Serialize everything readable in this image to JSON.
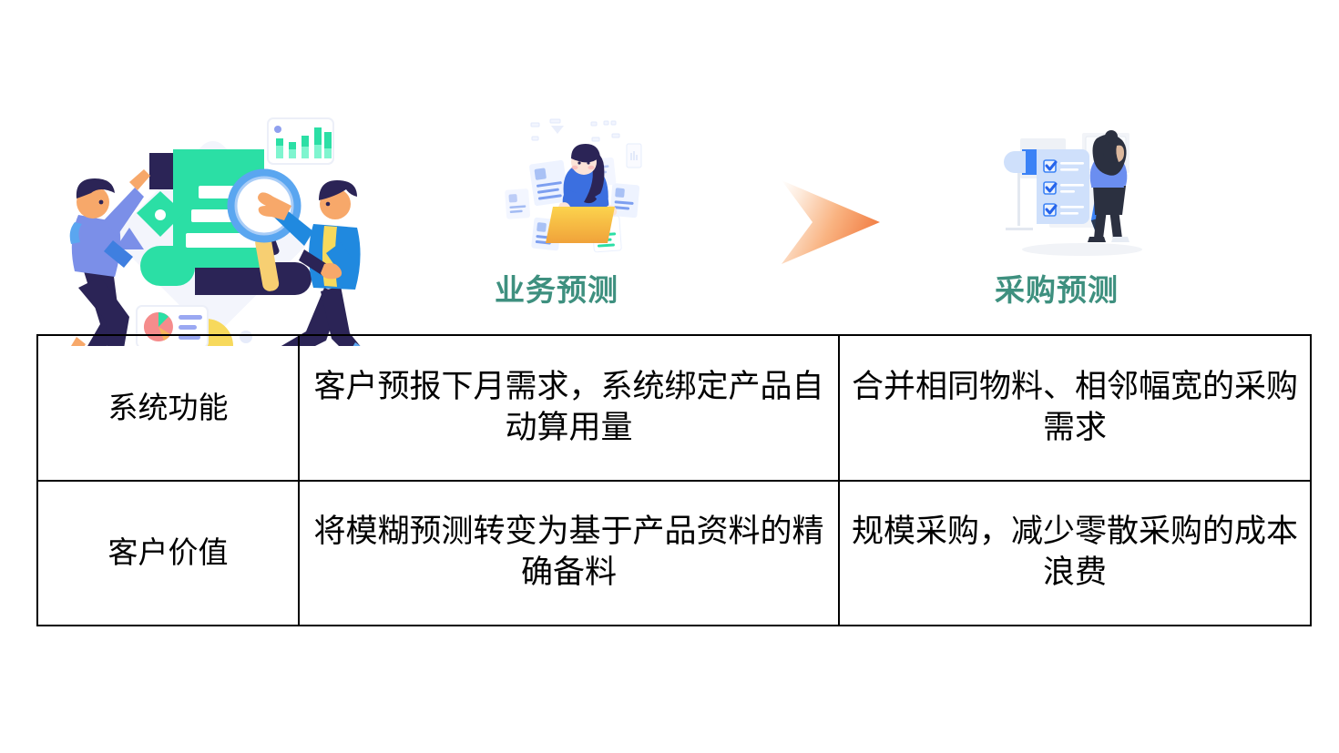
{
  "slide": {
    "background_color": "#ffffff",
    "accent_green": "#3e907f",
    "arrow_color": "#f5955c"
  },
  "stages": [
    {
      "id": "business-forecast",
      "label": "业务预测",
      "icon": "woman-with-documents-illustration"
    },
    {
      "id": "procurement-forecast",
      "label": "采购预测",
      "icon": "woman-with-checklist-illustration"
    }
  ],
  "flow": {
    "arrow_icon": "chevron-right-arrow-icon"
  },
  "illustrations": {
    "analysis": {
      "name": "data-analysis-illustration",
      "bar_card": {
        "name": "bar-chart-card-icon",
        "bars": [
          40,
          32,
          55,
          78,
          62
        ]
      },
      "pie_card": {
        "name": "pie-chart-card-icon"
      },
      "magnifier": {
        "name": "magnifying-glass-icon"
      }
    },
    "forecast": {
      "name": "woman-with-documents-illustration"
    },
    "checklist": {
      "name": "woman-with-checklist-illustration",
      "checked_items": 3
    }
  },
  "table": {
    "name": "comparison-table",
    "rows": [
      {
        "header": "系统功能",
        "business": "客户预报下月需求，系统绑定产品自动算用量",
        "procurement": "合并相同物料、相邻幅宽的采购需求"
      },
      {
        "header": "客户价值",
        "business": "将模糊预测转变为基于产品资料的精确备料",
        "procurement": "规模采购，减少零散采购的成本浪费"
      }
    ]
  }
}
